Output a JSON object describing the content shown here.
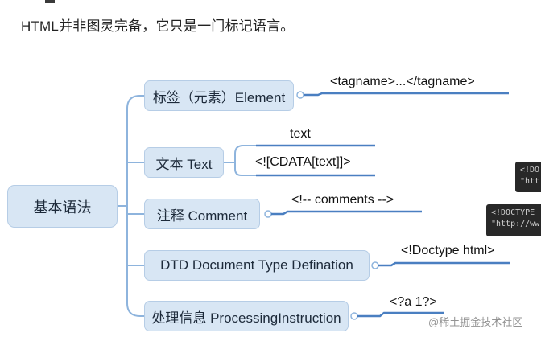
{
  "intro_text": "HTML并非图灵完备，它只是一门标记语言。",
  "root_label": "基本语法",
  "branches": [
    {
      "label": "标签（元素）Element",
      "examples": [
        "<tagname>...</tagname>"
      ]
    },
    {
      "label": "文本 Text",
      "examples": [
        "text",
        "<![CDATA[text]]>"
      ]
    },
    {
      "label": "注释 Comment",
      "examples": [
        "<!-- comments -->"
      ]
    },
    {
      "label": "DTD Document Type Defination",
      "examples": [
        "<!Doctype html>"
      ]
    },
    {
      "label": "处理信息 ProcessingInstruction",
      "examples": [
        "<?a 1?>"
      ]
    }
  ],
  "side_code": [
    {
      "lines": [
        "<!DO",
        "\"htt"
      ]
    },
    {
      "lines": [
        "<!DOCTYPE",
        "\"http://ww"
      ]
    }
  ],
  "watermark": "@稀土掘金技术社区",
  "colors": {
    "node_fill": "#d8e6f4",
    "node_border": "#b6cde6",
    "connector": "#8eb4dd",
    "underline": "#4a7fc1"
  }
}
